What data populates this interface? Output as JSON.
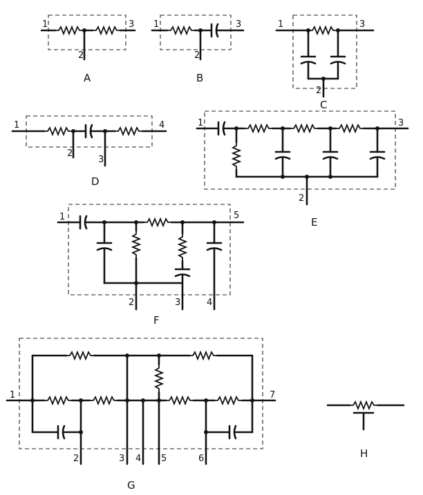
{
  "diagrams": [
    {
      "caption": "A",
      "terminals": [
        "1",
        "2",
        "3"
      ]
    },
    {
      "caption": "B",
      "terminals": [
        "1",
        "2",
        "3"
      ]
    },
    {
      "caption": "C",
      "terminals": [
        "1",
        "2",
        "3"
      ]
    },
    {
      "caption": "D",
      "terminals": [
        "1",
        "2",
        "3",
        "4"
      ]
    },
    {
      "caption": "E",
      "terminals": [
        "1",
        "2",
        "3"
      ]
    },
    {
      "caption": "F",
      "terminals": [
        "1",
        "2",
        "3",
        "4",
        "5"
      ]
    },
    {
      "caption": "G",
      "terminals": [
        "1",
        "2",
        "3",
        "4",
        "5",
        "6",
        "7"
      ]
    },
    {
      "caption": "H",
      "terminals": []
    }
  ]
}
